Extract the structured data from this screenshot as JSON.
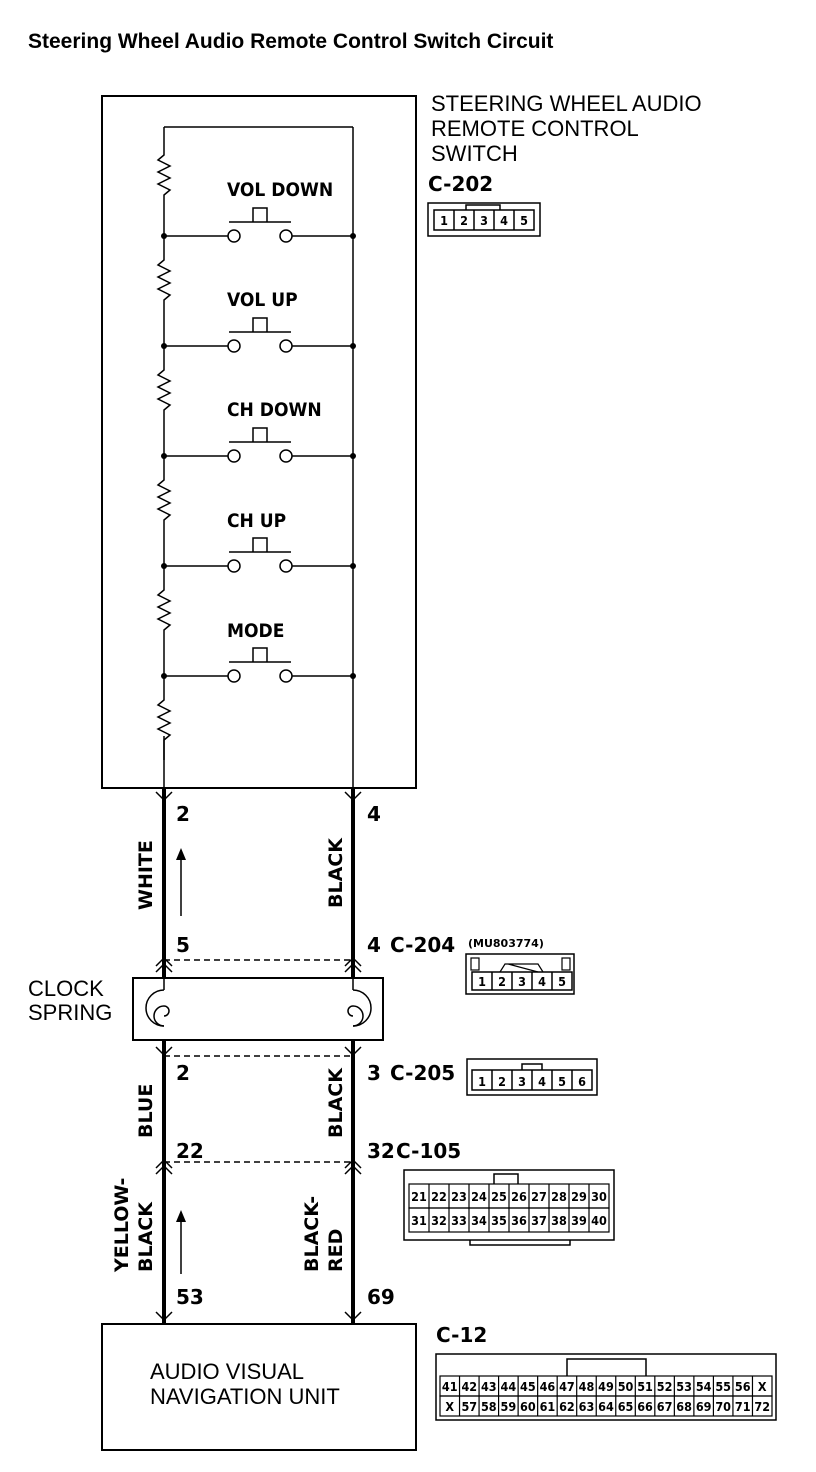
{
  "title": "Steering Wheel Audio Remote Control Switch Circuit",
  "switch_unit": {
    "name_lines": [
      "STEERING WHEEL AUDIO",
      "REMOTE CONTROL",
      "SWITCH"
    ],
    "connector": "C-202",
    "connector_pins": [
      "1",
      "2",
      "3",
      "4",
      "5"
    ],
    "switches": [
      "VOL DOWN",
      "VOL UP",
      "CH DOWN",
      "CH UP",
      "MODE"
    ],
    "pin_left": "2",
    "pin_right": "4"
  },
  "wires": {
    "seg1_left": "WHITE",
    "seg1_right": "BLACK",
    "seg2_left": "BLUE",
    "seg2_right": "BLACK",
    "seg3_left": [
      "YELLOW-",
      "BLACK"
    ],
    "seg3_right": [
      "BLACK-",
      "RED"
    ]
  },
  "clock_spring": {
    "name_lines": [
      "CLOCK",
      "SPRING"
    ],
    "upper_connector": {
      "id": "C-204",
      "part_number": "(MU803774)",
      "pin_left": "5",
      "pin_right": "4",
      "pins": [
        "1",
        "2",
        "3",
        "4",
        "5"
      ]
    },
    "lower_connector": {
      "id": "C-205",
      "pin_left": "2",
      "pin_right": "3",
      "pins": [
        "1",
        "2",
        "3",
        "4",
        "5",
        "6"
      ]
    }
  },
  "junction_connector": {
    "id": "C-105",
    "pin_left": "22",
    "pin_right": "32",
    "row1": [
      "21",
      "22",
      "23",
      "24",
      "25",
      "26",
      "27",
      "28",
      "29",
      "30"
    ],
    "row2": [
      "31",
      "32",
      "33",
      "34",
      "35",
      "36",
      "37",
      "38",
      "39",
      "40"
    ]
  },
  "nav_unit": {
    "name_lines": [
      "AUDIO VISUAL",
      "NAVIGATION UNIT"
    ],
    "connector": "C-12",
    "pin_left": "53",
    "pin_right": "69",
    "row1": [
      "41",
      "42",
      "43",
      "44",
      "45",
      "46",
      "47",
      "48",
      "49",
      "50",
      "51",
      "52",
      "53",
      "54",
      "55",
      "56",
      "X"
    ],
    "row2": [
      "X",
      "57",
      "58",
      "59",
      "60",
      "61",
      "62",
      "63",
      "64",
      "65",
      "66",
      "67",
      "68",
      "69",
      "70",
      "71",
      "72"
    ]
  }
}
